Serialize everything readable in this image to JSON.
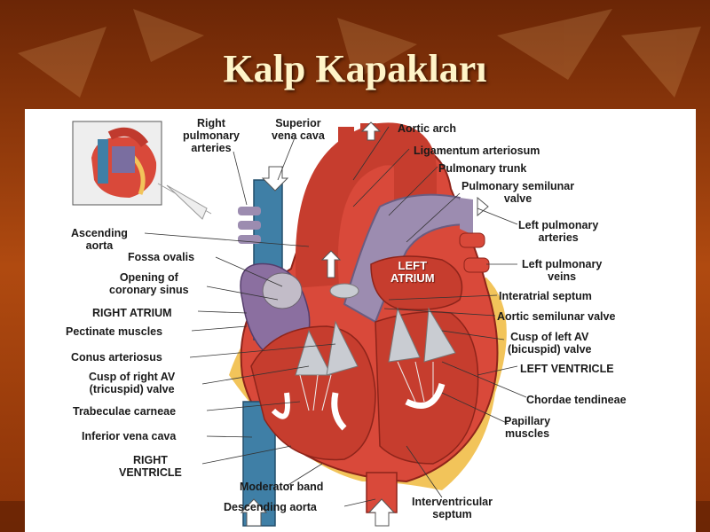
{
  "slide": {
    "title": "Kalp Kapakları",
    "colors": {
      "background": "#a8460e",
      "title": "#fff4c8",
      "panel": "#ffffff"
    }
  },
  "diagram": {
    "labels": {
      "right_pulmonary_arteries": "Right\npulmonary\narteries",
      "superior_vena_cava": "Superior\nvena cava",
      "aortic_arch": "Aortic arch",
      "ligamentum_arteriosum": "Ligamentum  arteriosum",
      "pulmonary_trunk": "Pulmonary trunk",
      "pulmonary_semilunar_valve": "Pulmonary semilunar\nvalve",
      "ascending_aorta": "Ascending\naorta",
      "fossa_ovalis": "Fossa ovalis",
      "opening_coronary_sinus": "Opening of\ncoronary sinus",
      "right_atrium": "RIGHT ATRIUM",
      "pectinate_muscles": "Pectinate muscles",
      "conus_arteriosus": "Conus arteriosus",
      "cusp_right_av": "Cusp of right AV\n(tricuspid) valve",
      "trabeculae_carneae": "Trabeculae carneae",
      "inferior_vena_cava": "Inferior vena cava",
      "right_ventricle": "RIGHT\nVENTRICLE",
      "moderator_band": "Moderator band",
      "descending_aorta": "Descending aorta",
      "left_atrium": "LEFT\nATRIUM",
      "left_pulmonary_arteries": "Left pulmonary\narteries",
      "left_pulmonary_veins": "Left pulmonary\nveins",
      "interatrial_septum": "Interatrial  septum",
      "aortic_semilunar_valve": "Aortic  semilunar valve",
      "cusp_left_av": "Cusp of left AV\n(bicuspid) valve",
      "left_ventricle": "LEFT VENTRICLE",
      "chordae_tendineae": "Chordae tendineae",
      "papillary_muscles": "Papillary\nmuscles",
      "interventricular_septum": "Interventricular\nseptum"
    },
    "colors": {
      "myocardium": "#d9493a",
      "chamber": "#c63d2e",
      "vena_cava": "#3f7fa6",
      "pulmonary": "#9c8cb0",
      "fat": "#f2c45a",
      "valve": "#c9ccd2",
      "flow_arrow": "#ffffff"
    }
  }
}
